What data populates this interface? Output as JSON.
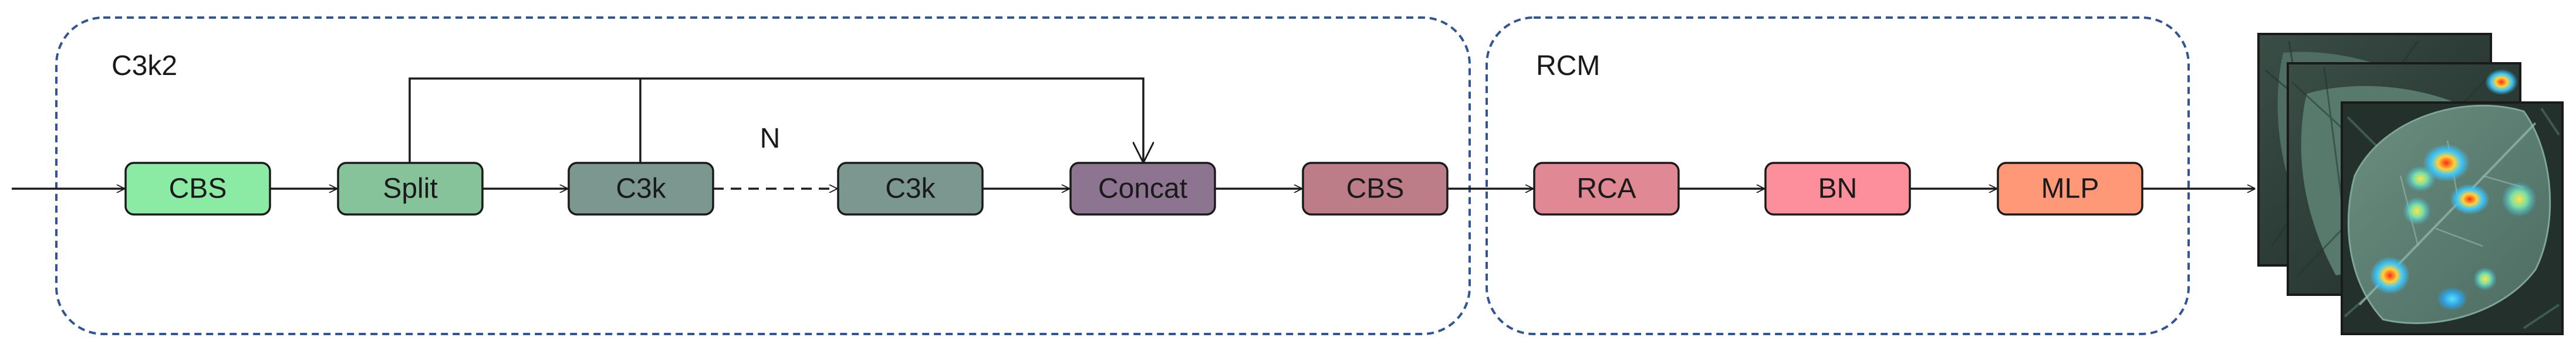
{
  "regions": {
    "c3k2": {
      "label": "C3k2"
    },
    "rcm": {
      "label": "RCM"
    }
  },
  "nodes": {
    "cbs_1": {
      "label": "CBS",
      "color": "#8beaa4"
    },
    "split": {
      "label": "Split",
      "color": "#86c39a"
    },
    "c3k_1": {
      "label": "C3k",
      "color": "#7c9690"
    },
    "c3k_2": {
      "label": "C3k",
      "color": "#7c9690"
    },
    "concat": {
      "label": "Concat",
      "color": "#8d7592"
    },
    "cbs_2": {
      "label": "CBS",
      "color": "#bd7d88"
    },
    "rca": {
      "label": "RCA",
      "color": "#e08894"
    },
    "bn": {
      "label": "BN",
      "color": "#fd8f9c"
    },
    "mlp": {
      "label": "MLP",
      "color": "#fe9877"
    }
  },
  "edge_labels": {
    "repeat": "N"
  },
  "colors": {
    "stroke": "#1a1a1a",
    "region_border": "#2f5597",
    "leaf_dark": "#2c3b36",
    "leaf_green": "#5f7e72",
    "heat_hot": "#ff3b1f",
    "heat_warm": "#ffd23a",
    "heat_cool": "#39c6ff"
  },
  "output_image": {
    "icon": "leaf-heatmap-stack-icon"
  }
}
